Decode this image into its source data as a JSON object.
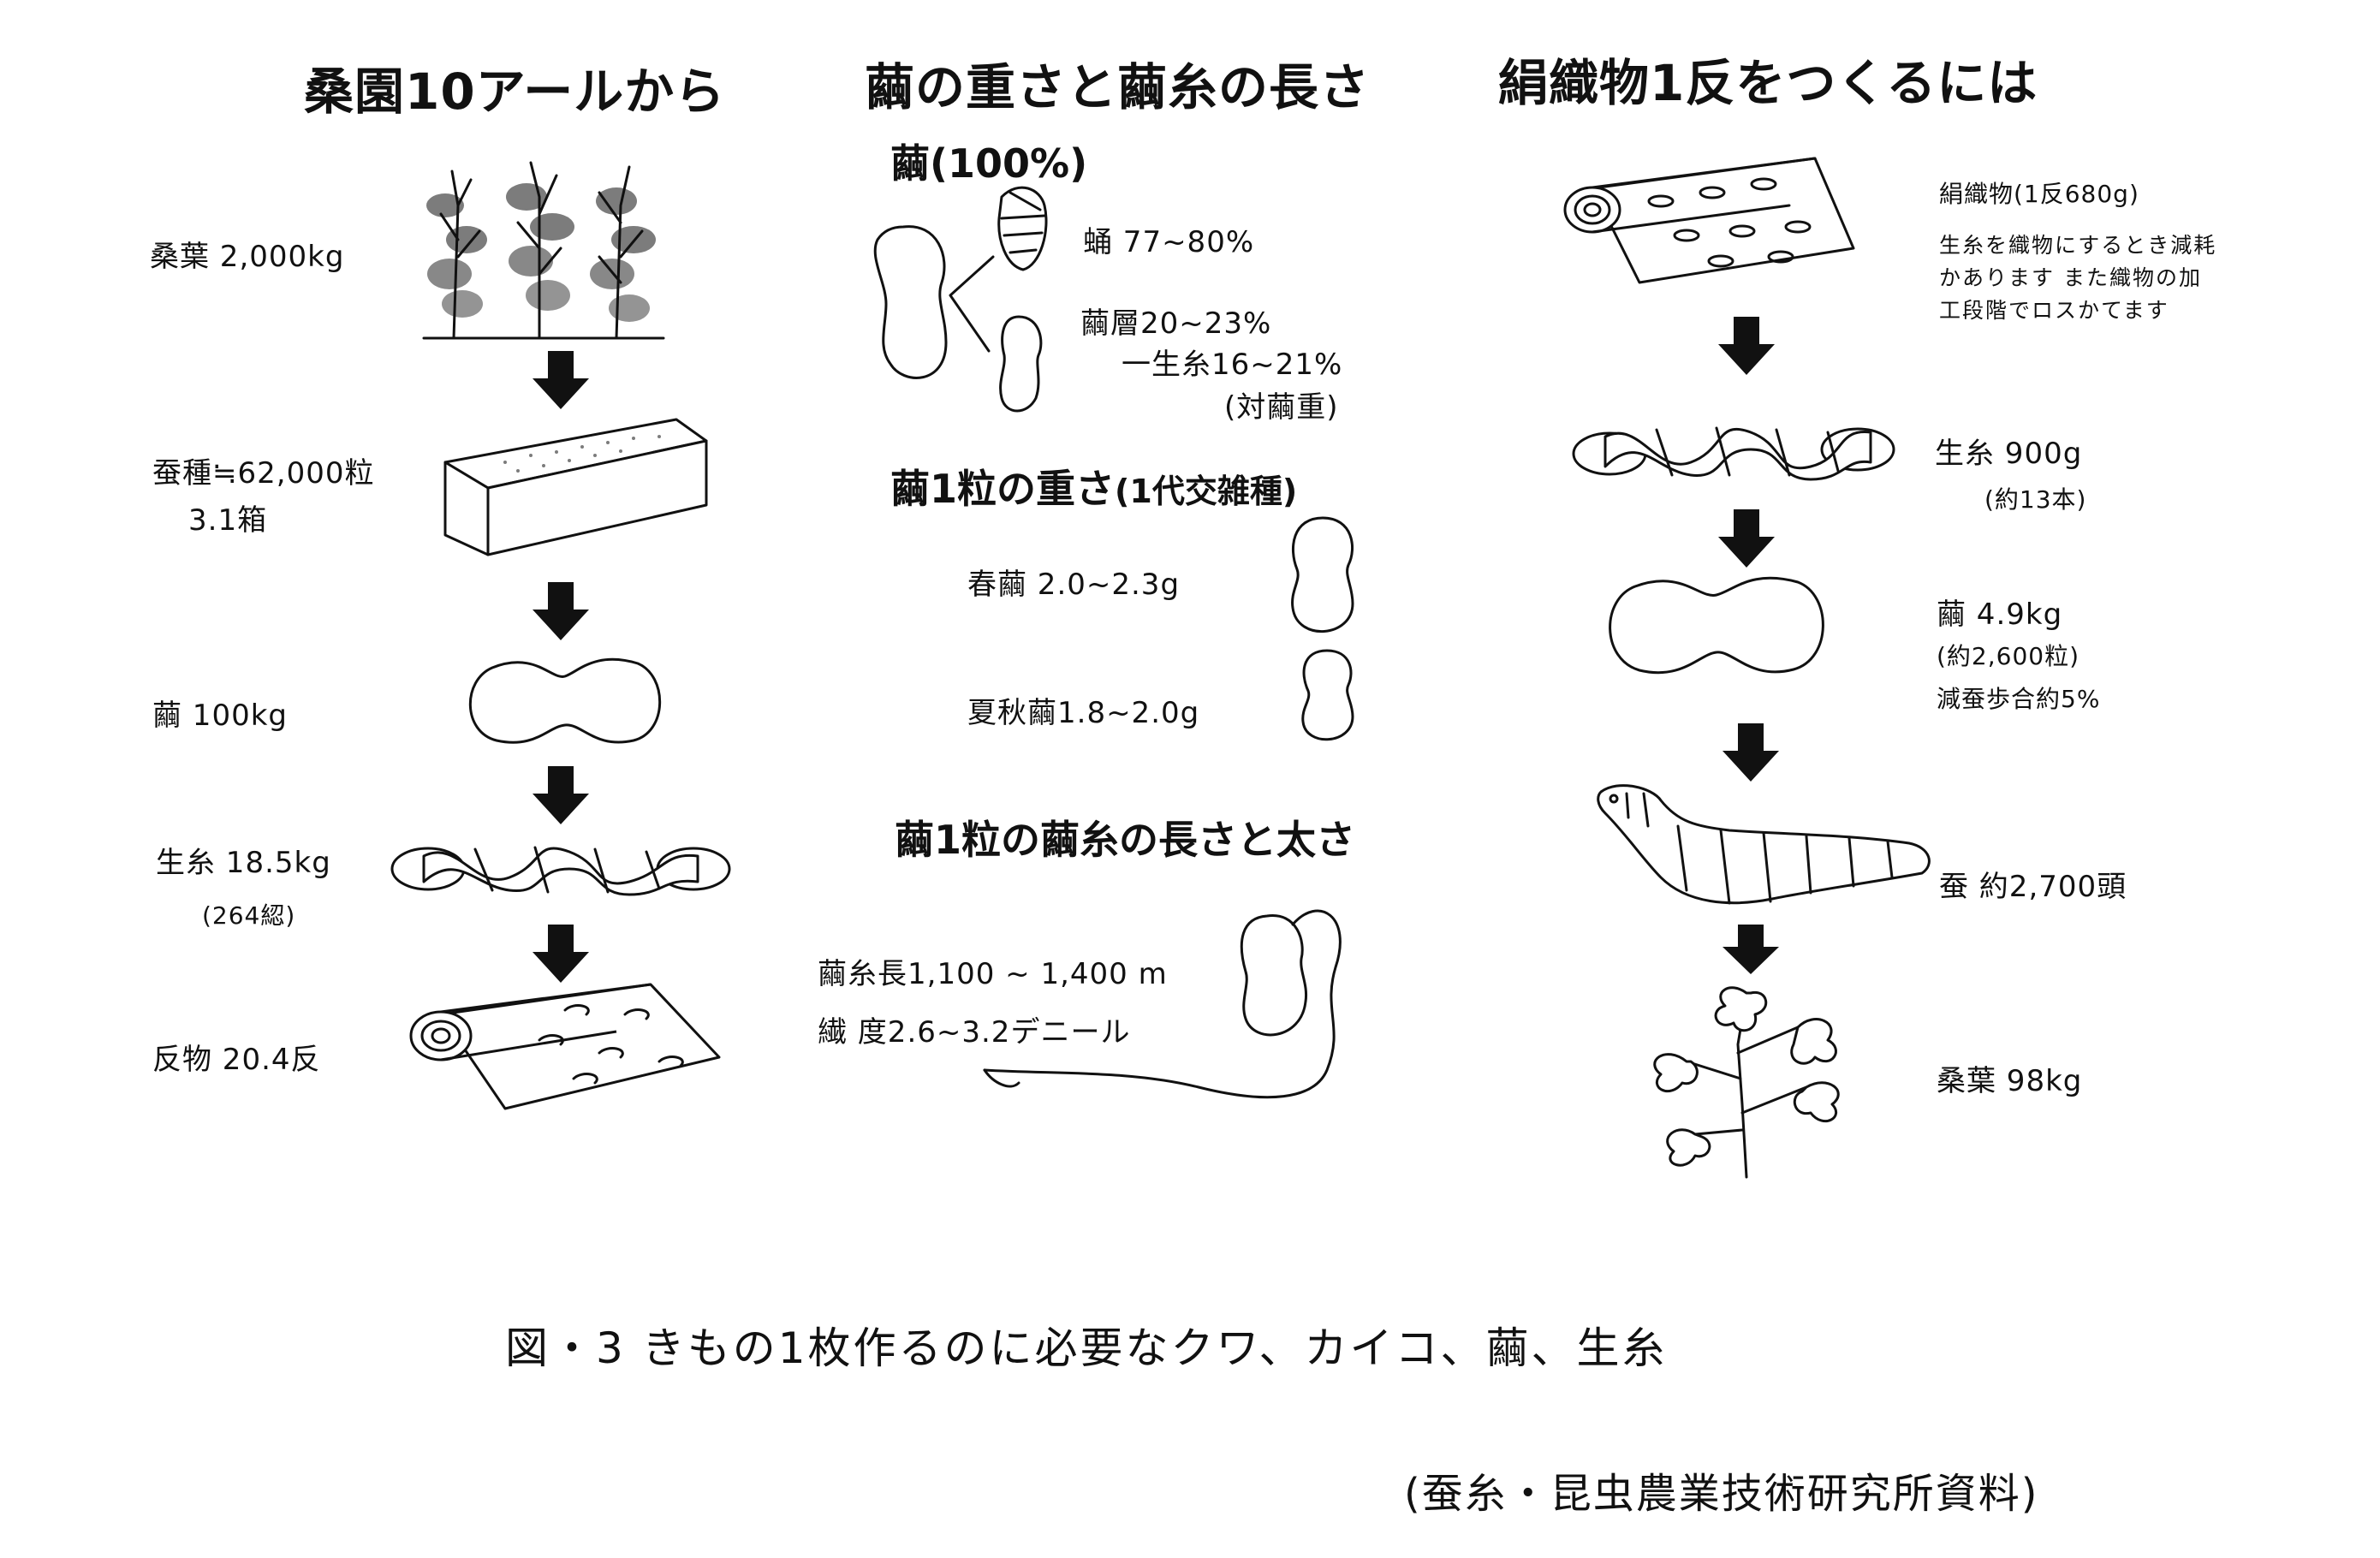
{
  "left": {
    "heading": "桑園10アールから",
    "mulberry": "桑葉 2,000kg",
    "eggs_line1": "蚕種≒62,000粒",
    "eggs_line2": "3.1箱",
    "cocoon": "繭 100kg",
    "silk": "生糸 18.5kg",
    "silk_sub": "(264綛)",
    "cloth": "反物 20.4反"
  },
  "middle": {
    "heading": "繭の重さと繭糸の長さ",
    "cocoon_total": "繭(100%)",
    "pupa": "蛹 77~80%",
    "layer": "繭層20~23%",
    "raw_silk": "一生糸16~21%",
    "ratio_note": "(対繭重)",
    "weight_heading": "繭1粒の重さ",
    "weight_heading_note": "(1代交雑種)",
    "spring": "春繭 2.0~2.3g",
    "summer": "夏秋繭1.8~2.0g",
    "length_heading": "繭1粒の繭糸の長さと太さ",
    "length": "繭糸長1,100 ~ 1,400 m",
    "denier": "繊 度2.6~3.2デニール"
  },
  "right": {
    "heading": "絹織物1反をつくるには",
    "fabric": "絹織物(1反680g)",
    "fabric_note": "生糸を織物にするとき減耗かあります また織物の加工段階でロスかてます",
    "silk": "生糸 900g",
    "silk_sub": "(約13本)",
    "cocoon": "繭 4.9kg",
    "cocoon_sub": "(約2,600粒)",
    "cocoon_note": "減蚕歩合約5%",
    "silkworm": "蚕 約2,700頭",
    "leaves": "桑葉 98kg"
  },
  "caption": "図・3 きもの1枚作るのに必要なクワ、カイコ、繭、生糸",
  "source": "(蚕糸・昆虫農業技術研究所資料)"
}
